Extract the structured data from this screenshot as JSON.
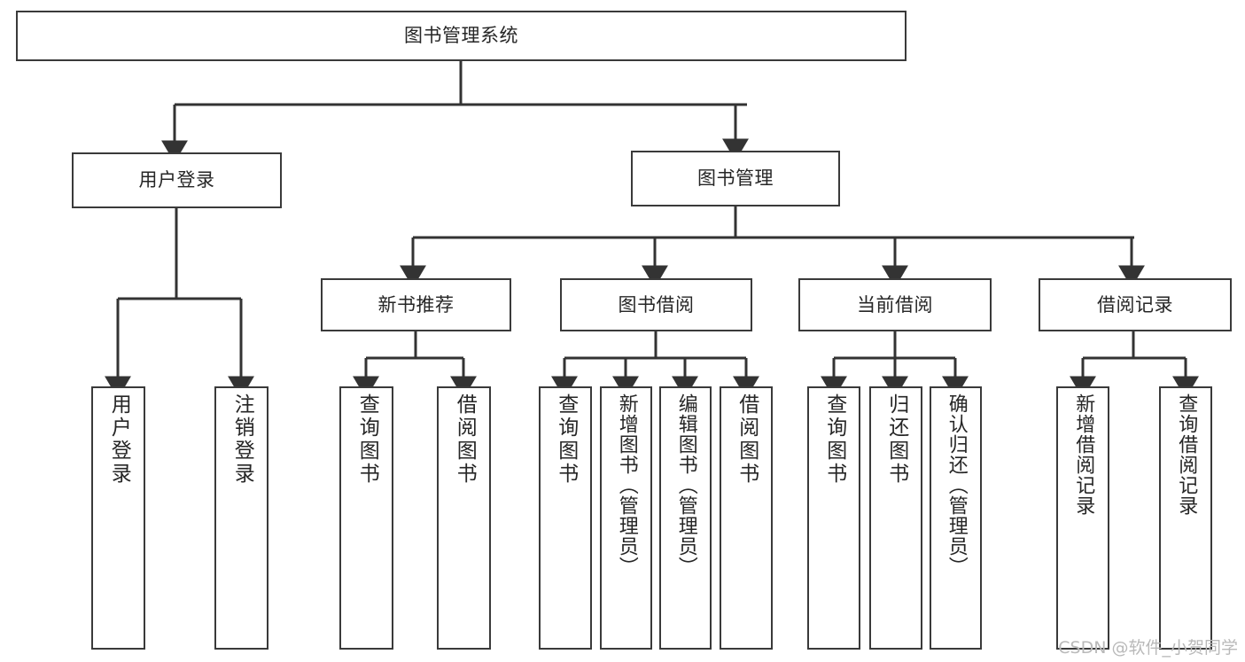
{
  "diagram": {
    "title": "图书管理系统",
    "type": "tree",
    "root": {
      "id": "root",
      "label": "图书管理系统"
    },
    "level2": [
      {
        "id": "user-login",
        "label": "用户登录"
      },
      {
        "id": "book-manage",
        "label": "图书管理"
      }
    ],
    "level3": [
      {
        "id": "new-book-rec",
        "label": "新书推荐",
        "parent": "book-manage"
      },
      {
        "id": "book-borrow",
        "label": "图书借阅",
        "parent": "book-manage"
      },
      {
        "id": "current-borrow",
        "label": "当前借阅",
        "parent": "book-manage"
      },
      {
        "id": "borrow-record",
        "label": "借阅记录",
        "parent": "book-manage"
      }
    ],
    "leaves": [
      {
        "id": "leaf-user-login",
        "label": "用户登录",
        "parent": "user-login"
      },
      {
        "id": "leaf-logout-login",
        "label": "注销登录",
        "parent": "user-login"
      },
      {
        "id": "leaf-query-book-1",
        "label": "查询图书",
        "parent": "new-book-rec"
      },
      {
        "id": "leaf-borrow-book-1",
        "label": "借阅图书",
        "parent": "new-book-rec"
      },
      {
        "id": "leaf-query-book-2",
        "label": "查询图书",
        "parent": "book-borrow"
      },
      {
        "id": "leaf-add-book",
        "label": "新增图书（管理员）",
        "parent": "book-borrow"
      },
      {
        "id": "leaf-edit-book",
        "label": "编辑图书（管理员）",
        "parent": "book-borrow"
      },
      {
        "id": "leaf-borrow-book-2",
        "label": "借阅图书",
        "parent": "book-borrow"
      },
      {
        "id": "leaf-query-book-3",
        "label": "查询图书",
        "parent": "current-borrow"
      },
      {
        "id": "leaf-return-book",
        "label": "归还图书",
        "parent": "current-borrow"
      },
      {
        "id": "leaf-confirm-return",
        "label": "确认归还（管理员）",
        "parent": "current-borrow"
      },
      {
        "id": "leaf-add-record",
        "label": "新增借阅记录",
        "parent": "borrow-record"
      },
      {
        "id": "leaf-query-record",
        "label": "查询借阅记录",
        "parent": "borrow-record"
      }
    ],
    "watermark": "CSDN @软件_小贺同学",
    "colors": {
      "border": "#3a3a3a",
      "text": "#262626",
      "background": "#ffffff",
      "watermark": "#b9b9b9"
    }
  }
}
